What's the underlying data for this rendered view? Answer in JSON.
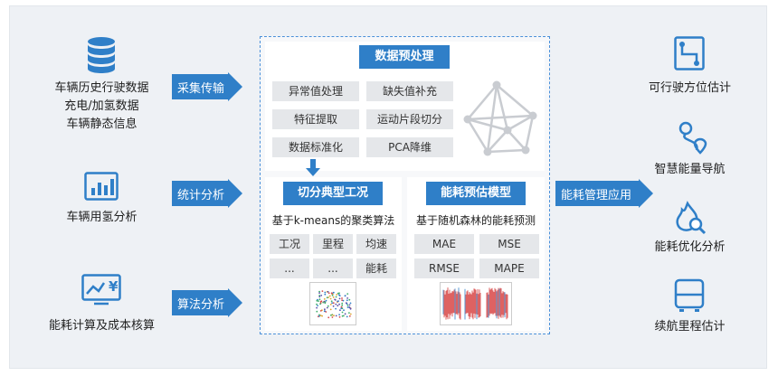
{
  "left": {
    "group1": [
      "车辆历史行驶数据",
      "充电/加氢数据",
      "车辆静态信息"
    ],
    "group2": "车辆用氢分析",
    "group3": "能耗计算及成本核算"
  },
  "arrows": {
    "a1": "采集传输",
    "a2": "统计分析",
    "a3": "算法分析",
    "a4": "能耗管理应用"
  },
  "pre": {
    "title": "数据预处理",
    "items": [
      "异常值处理",
      "缺失值补充",
      "特征提取",
      "运动片段切分",
      "数据标准化",
      "PCA降维"
    ]
  },
  "cut": {
    "title": "切分典型工况",
    "subtitle": "基于k-means的聚类算法",
    "items": [
      "工况",
      "里程",
      "均速",
      "...",
      "...",
      "能耗"
    ]
  },
  "model": {
    "title": "能耗预估模型",
    "subtitle": "基于随机森林的能耗预测",
    "items": [
      "MAE",
      "MSE",
      "RMSE",
      "MAPE"
    ]
  },
  "right": [
    "可行驶方位估计",
    "智慧能量导航",
    "能耗优化分析",
    "续航里程估计"
  ],
  "money_symbol": "¥",
  "colors": {
    "accent": "#2f7fc8",
    "chip": "#e5e7ea"
  }
}
